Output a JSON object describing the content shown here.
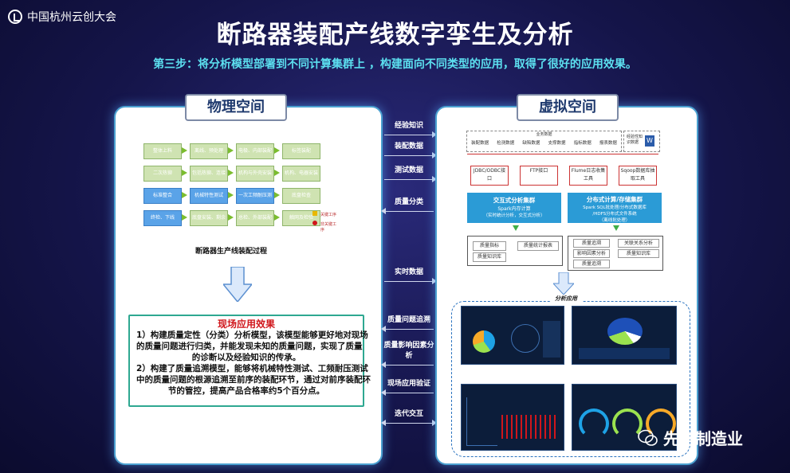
{
  "header": {
    "logo_text": "中国杭州云创大会",
    "title": "断路器装配产线数字孪生及分析",
    "subtitle": "第三步：将分析模型部署到不同计算集群上 ，构建面向不同类型的应用，取得了很好的应用效果。"
  },
  "left_panel": {
    "tab": "物理空间",
    "flow_rows": [
      [
        "整体上料",
        "离线、预处理",
        "电极、内部装配",
        "标签装配"
      ],
      [
        "二次热铆",
        "包括热铆、连接处",
        "机构与外壳安装",
        "机构、电器安装"
      ],
      [
        "标准整合",
        "机械特性测试",
        "一次工频耐压测试",
        "底盘检查"
      ],
      [
        "终检、下线",
        "底盘安装、剩余处",
        "总检、外部装配",
        "触网及检验"
      ]
    ],
    "legend": [
      "关键工序",
      "非关键工序"
    ],
    "caption": "断路器生产线装配过程",
    "effect_title": "现场应用效果",
    "effect_lines": [
      "1）构建质量定性（分类）分析模型，该模型能够更好地对现场",
      "的质量问题进行归类，并能发现未知的质量问题，实现了质量",
      "的诊断以及经验知识的传承。",
      "2）构建了质量追溯模型，能够将机械特性测试、工频耐压测试",
      "中的质量问题的根源追溯至前序的装配环节，通过对前序装配环",
      "节的管控，提高产品合格率约5个百分点。"
    ]
  },
  "middle_flows": [
    {
      "label": "经验知识",
      "dir": "right"
    },
    {
      "label": "装配数据",
      "dir": "right"
    },
    {
      "label": "测试数据",
      "dir": "right"
    },
    {
      "label": "质量分类",
      "dir": "left"
    },
    {
      "label": "实时数据",
      "dir": "right"
    },
    {
      "label": "质量问题追溯",
      "dir": "left"
    },
    {
      "label": "质量影响因素分析",
      "dir": "left"
    },
    {
      "label": "现场应用验证",
      "dir": "left"
    },
    {
      "label": "迭代交互",
      "dir": "both"
    }
  ],
  "right_panel": {
    "tab": "虚拟空间",
    "business_title": "业务数据",
    "business_items": [
      "装配数据",
      "检测数据",
      "缺陷数据",
      "支撑数据",
      "指标数据",
      "报表数据"
    ],
    "side_box": "经验性知识数据",
    "ingest": [
      "JDBC/ODBC接口",
      "FTP接口",
      "Flume日志收集工具",
      "Sqoop数据库抽取工具"
    ],
    "cluster_left_title": "交互式分析集群",
    "cluster_left_sub": [
      "Spark内存计算",
      "（实时统计分析，交互式分析）"
    ],
    "cluster_right_title": "分布式计算/存储集群",
    "cluster_right_sub": [
      "Spark SQL批处理/分布式数据库",
      "/HDFS分布式文件系统",
      "（离线批处理）"
    ],
    "left_results": [
      "质量指标",
      "质量统计报表",
      "质量知识库"
    ],
    "right_results": [
      "质量追溯",
      "关联关系分析",
      "影响因素分析",
      "质量知识库",
      "质量追溯"
    ],
    "apps_title": "分析应用"
  },
  "watermark": "先进制造业"
}
